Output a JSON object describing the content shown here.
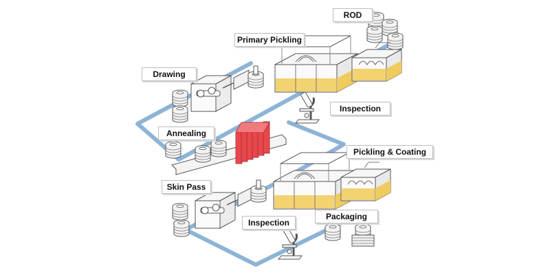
{
  "diagram": {
    "stages": {
      "rod": "ROD",
      "primary_pickling": "Primary Pickling",
      "drawing": "Drawing",
      "inspection_1": "Inspection",
      "annealing": "Annealing",
      "pickling_coating": "Pickling & Coating",
      "skin_pass": "Skin Pass",
      "inspection_2": "Inspection",
      "packaging": "Packaging"
    },
    "colors": {
      "flow_line": "#8db4d6",
      "acid_bath": "#f3d271",
      "annealing_furnace": "#e8474c",
      "equipment_outline": "#666666",
      "label_border": "#bdbdbd"
    }
  }
}
